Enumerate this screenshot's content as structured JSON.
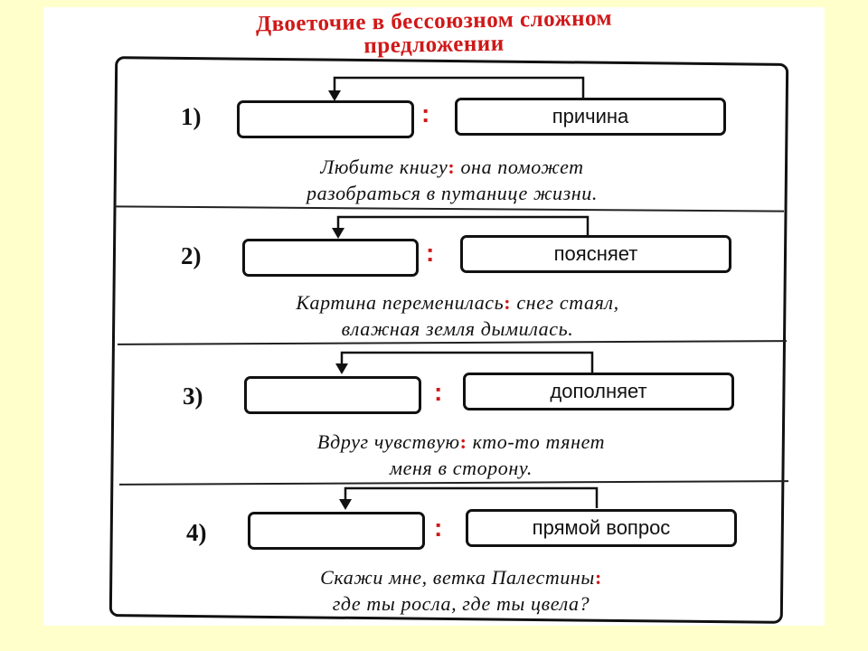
{
  "title": {
    "line1": "Двоеточие в бессоюзном сложном",
    "line2": "предложении"
  },
  "colors": {
    "accent": "#d01818",
    "ink": "#111111",
    "background": "#ffffcc"
  },
  "rows": [
    {
      "number": "1)",
      "colon": ":",
      "meaning": "причина",
      "example_line1_a": "Любите книгу",
      "example_colon": ":",
      "example_line1_b": " она поможет",
      "example_line2": "разобраться в путанице жизни."
    },
    {
      "number": "2)",
      "colon": ":",
      "meaning": "поясняет",
      "example_line1_a": "Картина переменилась",
      "example_colon": ":",
      "example_line1_b": " снег стаял,",
      "example_line2": "влажная земля дымилась."
    },
    {
      "number": "3)",
      "colon": ":",
      "meaning": "дополняет",
      "example_line1_a": "Вдруг чувствую",
      "example_colon": ":",
      "example_line1_b": " кто-то тянет",
      "example_line2": "меня в сторону."
    },
    {
      "number": "4)",
      "colon": ":",
      "meaning": "прямой вопрос",
      "example_line1_a": "Скажи мне, ветка Палестины",
      "example_colon": ":",
      "example_line1_b": "",
      "example_line2": "где ты росла, где ты цвела?"
    }
  ]
}
